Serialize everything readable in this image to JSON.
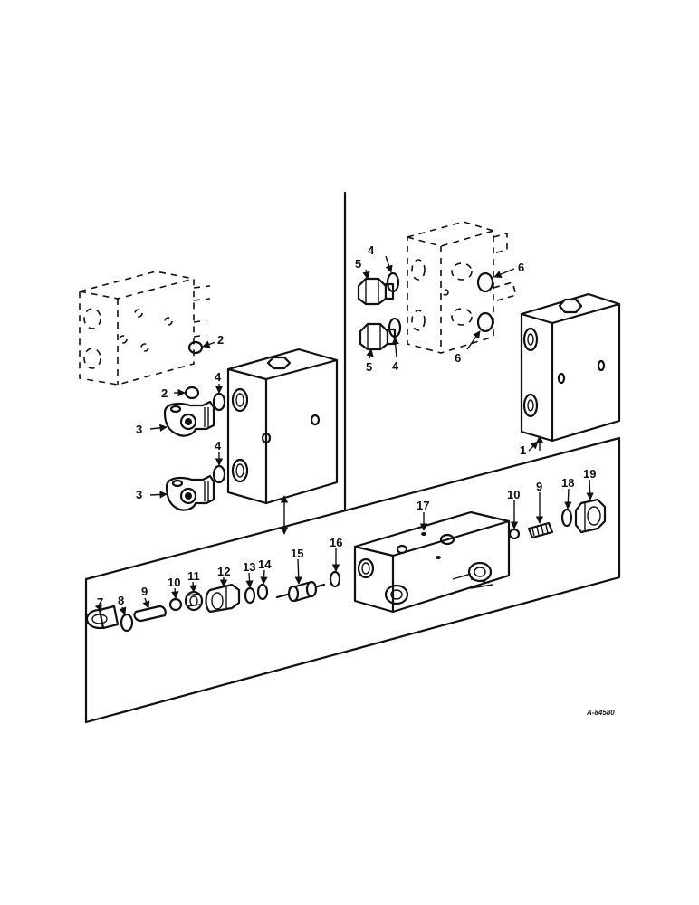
{
  "callouts": {
    "c1": "1",
    "c2a": "2",
    "c2b": "2",
    "c3a": "3",
    "c3b": "3",
    "c4a": "4",
    "c4b": "4",
    "c4c": "4",
    "c4d": "4",
    "c5a": "5",
    "c5b": "5",
    "c6a": "6",
    "c6b": "6",
    "c7": "7",
    "c8": "8",
    "c9a": "9",
    "c9b": "9",
    "c10a": "10",
    "c10b": "10",
    "c11": "11",
    "c12": "12",
    "c13": "13",
    "c14": "14",
    "c15": "15",
    "c16": "16",
    "c17": "17",
    "c18": "18",
    "c19": "19"
  },
  "figure_code": "A-84580"
}
